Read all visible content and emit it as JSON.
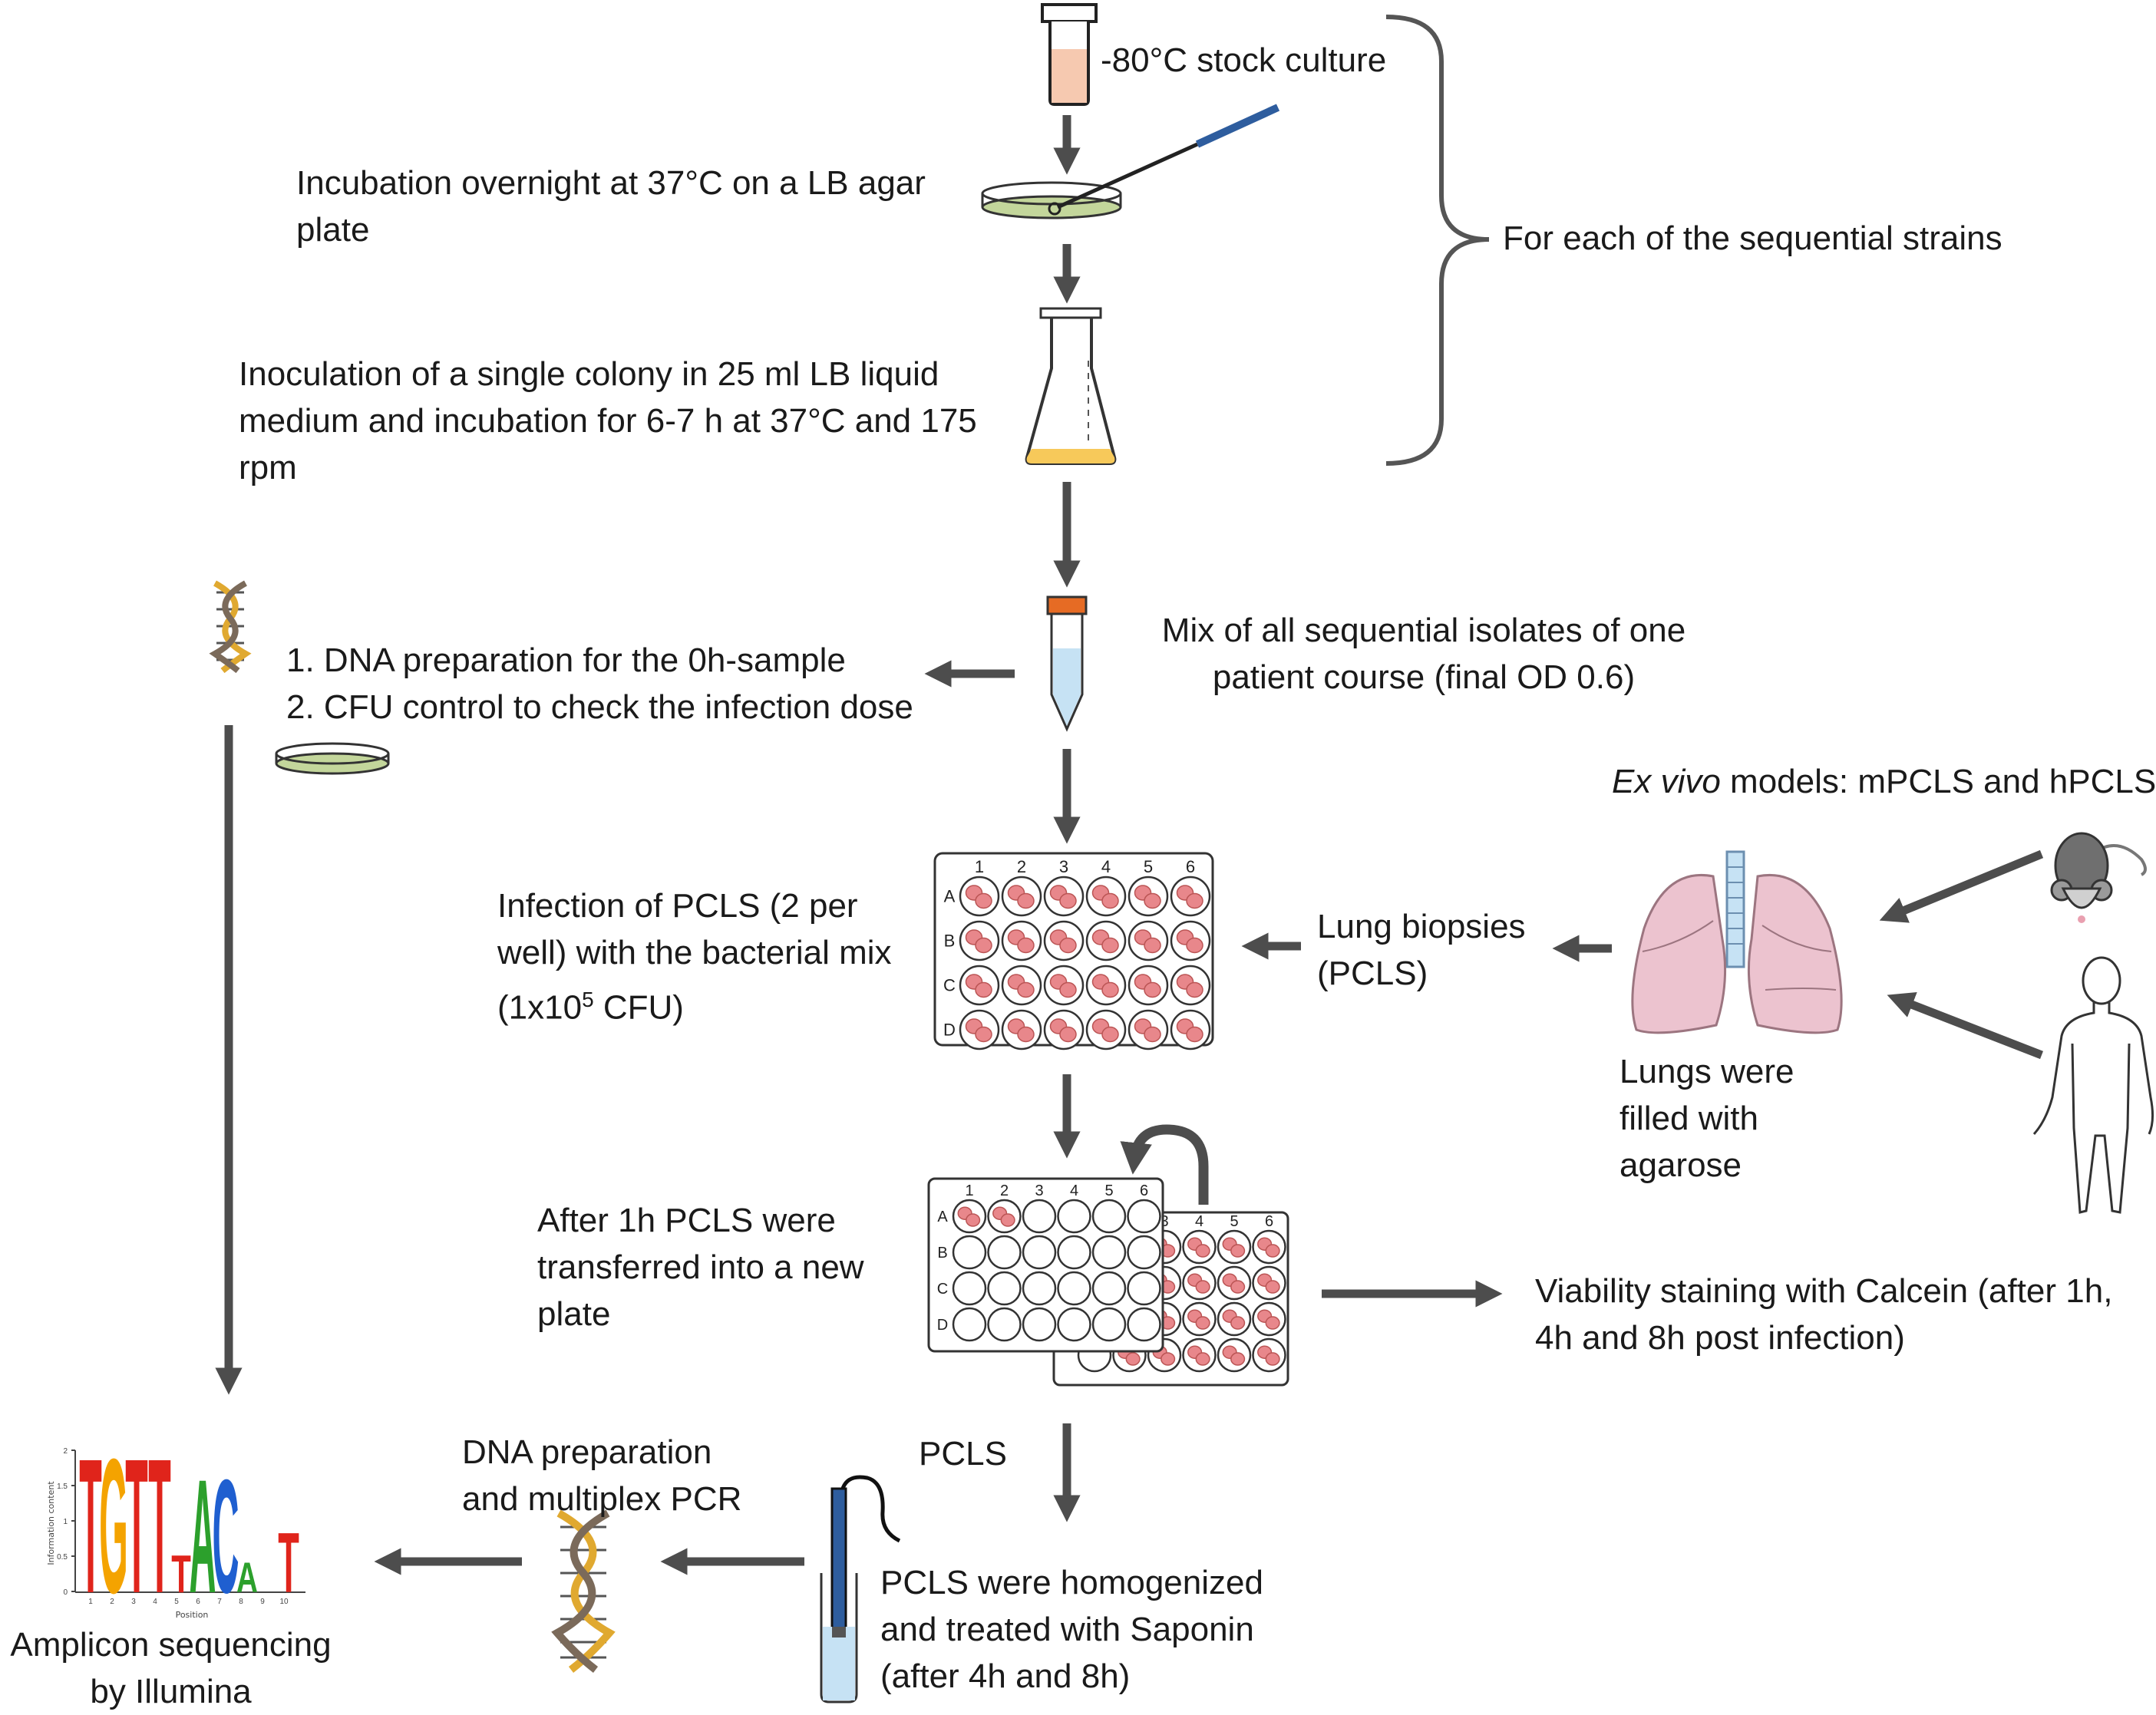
{
  "labels": {
    "stock": "-80°C stock culture",
    "agar": "Incubation overnight at 37°C on a LB agar plate",
    "inoculation": "Inoculation of a single colony in 25 ml LB liquid medium and incubation for 6-7 h at 37°C and 175 rpm",
    "brace": "For each of the sequential strains",
    "dna_prep_1": "1. DNA preparation for the 0h-sample",
    "dna_prep_2": "2. CFU control to check the infection dose",
    "mix": "Mix of all sequential isolates of one patient course (final OD 0.6)",
    "exvivo_italic": "Ex vivo",
    "exvivo_rest": " models: mPCLS and hPCLS",
    "infection_a": "Infection of PCLS (2 per well) with the bacterial mix (1x10",
    "infection_sup": "5",
    "infection_b": " CFU)",
    "biopsies": "Lung biopsies (PCLS)",
    "lungs": "Lungs were filled with agarose",
    "after1h": "After 1h PCLS were transferred into a new plate",
    "viability": "Viability staining with Calcein (after 1h, 4h and 8h post infection)",
    "dna_pcr": "DNA preparation and multiplex PCR",
    "pcls": "PCLS",
    "homogenized": "PCLS were homogenized and treated with Saponin (after 4h and 8h)",
    "amplicon": "Amplicon sequencing by Illumina"
  },
  "plate": {
    "columns": [
      "1",
      "2",
      "3",
      "4",
      "5",
      "6"
    ],
    "rows": [
      "A",
      "B",
      "C",
      "D"
    ]
  },
  "logo": {
    "letters": [
      "T",
      "G",
      "T",
      "T",
      "T",
      "A",
      "C",
      "A",
      "T"
    ],
    "ylabel": "Information content",
    "xlabel": "Position",
    "yticks": [
      "2",
      "1.5",
      "1",
      "0.5",
      "0"
    ],
    "xticks": [
      "1",
      "2",
      "3",
      "4",
      "5",
      "6",
      "7",
      "8",
      "9",
      "10"
    ]
  },
  "colors": {
    "arrow": "#4d4d4d",
    "tube_pink": "#f6c9b0",
    "agar_green": "#c3d69b",
    "liquid_yellow": "#f7c95a",
    "lung_pink": "#ecc3cf",
    "pcls_red": "#e8878b",
    "tube_blue": "#c6e2f4",
    "cap_orange": "#e66b24"
  }
}
